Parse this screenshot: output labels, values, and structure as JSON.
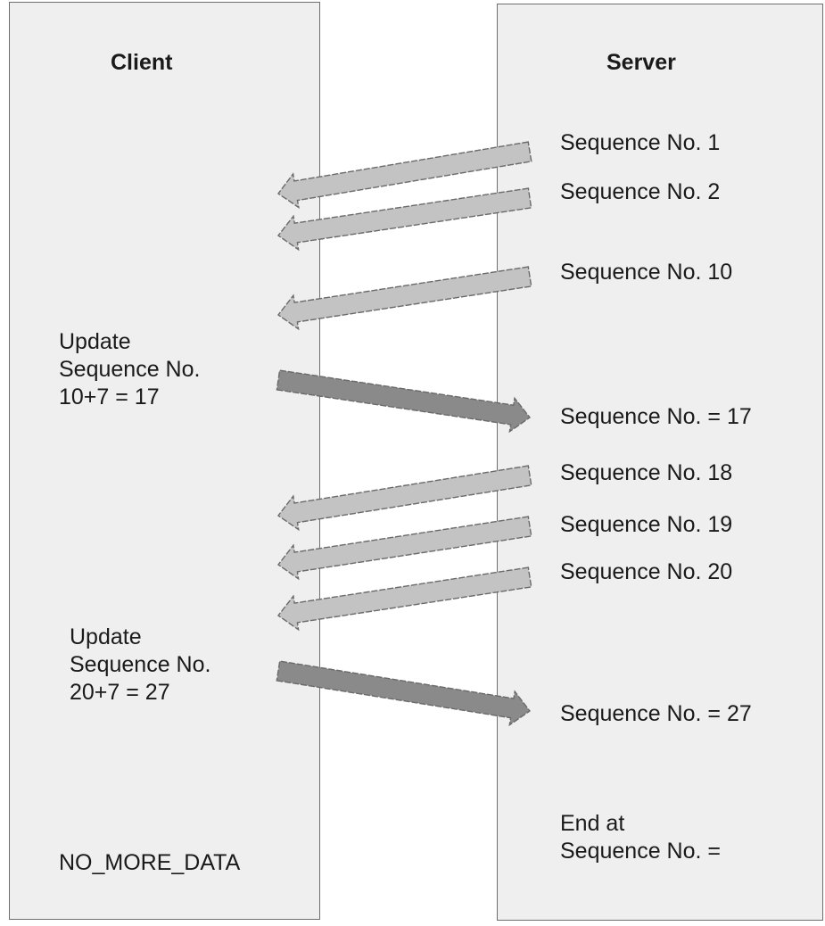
{
  "client": {
    "title": "Client",
    "notes": [
      "Update\nSequence No.\n10+7 = 17",
      "Update\nSequence No.\n20+7 = 27"
    ],
    "end_label": "NO_MORE_DATA"
  },
  "server": {
    "title": "Server",
    "messages": [
      "Sequence No. 1",
      "Sequence No. 2",
      "Sequence No. 10",
      "Sequence No. = 17",
      "Sequence No. 18",
      "Sequence No. 19",
      "Sequence No. 20",
      "Sequence No. = 27"
    ],
    "end_label": "End at\nSequence No. ="
  },
  "arrows": [
    {
      "from": "server",
      "to": "client",
      "message": "Sequence No. 1"
    },
    {
      "from": "server",
      "to": "client",
      "message": "Sequence No. 2"
    },
    {
      "from": "server",
      "to": "client",
      "message": "Sequence No. 10"
    },
    {
      "from": "client",
      "to": "server",
      "message": "Sequence No. = 17"
    },
    {
      "from": "server",
      "to": "client",
      "message": "Sequence No. 18"
    },
    {
      "from": "server",
      "to": "client",
      "message": "Sequence No. 19"
    },
    {
      "from": "server",
      "to": "client",
      "message": "Sequence No. 20"
    },
    {
      "from": "client",
      "to": "server",
      "message": "Sequence No. = 27"
    }
  ],
  "colors": {
    "panel_fill": "#efefef",
    "panel_border": "#6e6e6e",
    "server_to_client_arrow": "#c3c3c3",
    "client_to_server_arrow": "#8a8a8a",
    "arrow_outline": "#6a6a6a"
  }
}
